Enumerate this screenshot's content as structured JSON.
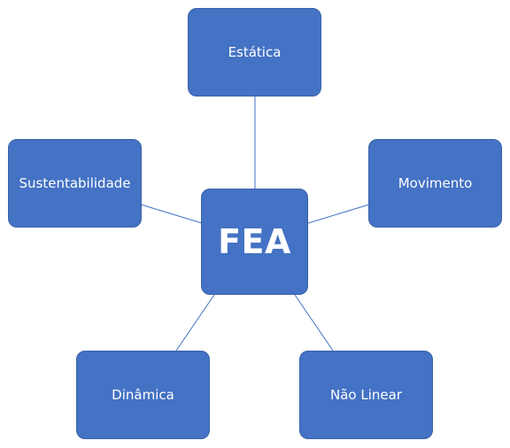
{
  "diagram": {
    "center": {
      "label": "FEA"
    },
    "nodes": [
      {
        "id": "estatica",
        "label": "Estática"
      },
      {
        "id": "movimento",
        "label": "Movimento"
      },
      {
        "id": "nao-linear",
        "label": "Não Linear"
      },
      {
        "id": "dinamica",
        "label": "Dinâmica"
      },
      {
        "id": "sustentabilidade",
        "label": "Sustentabilidade"
      }
    ],
    "colors": {
      "node_fill": "#4472c4",
      "node_border": "#3b62a8",
      "connector": "#4472c4",
      "text": "#ffffff"
    }
  }
}
